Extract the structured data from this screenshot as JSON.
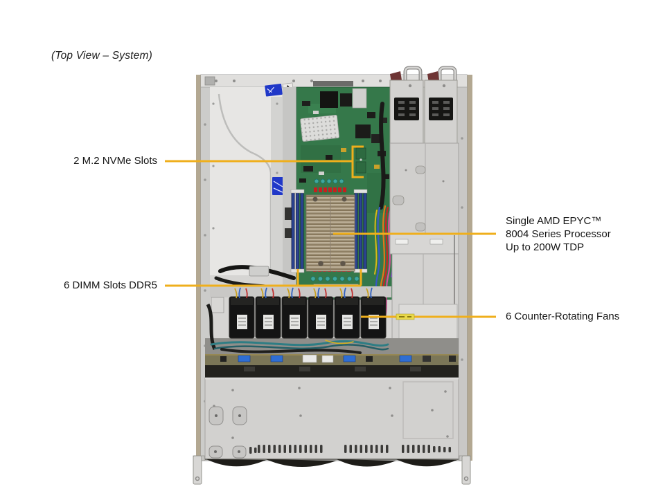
{
  "caption": "(Top View – System)",
  "callouts": {
    "m2": {
      "label": "2 M.2 NVMe Slots"
    },
    "processor": {
      "lines": [
        "Single AMD EPYC™",
        "8004 Series Processor",
        "Up to 200W TDP"
      ]
    },
    "dimm": {
      "label": "6 DIMM Slots DDR5"
    },
    "fans": {
      "label": "6 Counter-Rotating Fans"
    }
  },
  "colors": {
    "callout": "#EFAF1C",
    "motherboard": "#35784A",
    "heatsink": "#A2957C",
    "fan": "#141414",
    "chassis": "#D6D5D3"
  }
}
